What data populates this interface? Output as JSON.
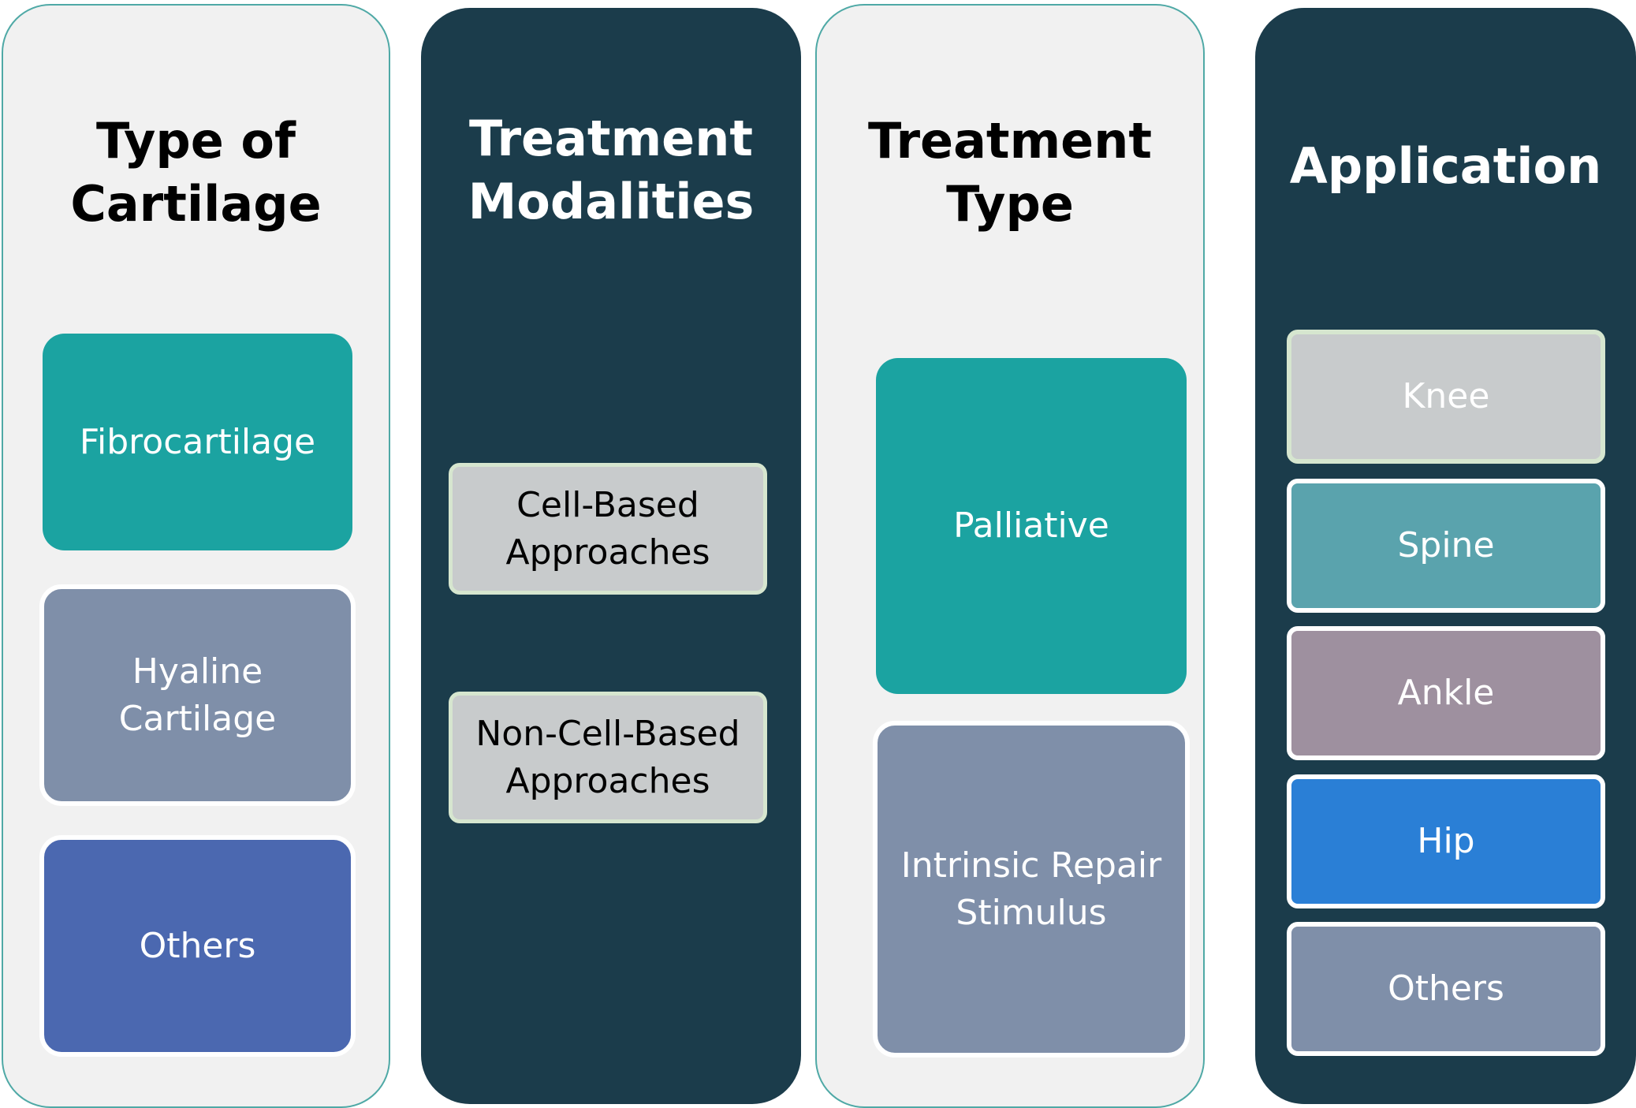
{
  "columns": [
    {
      "heading": "Type of\nCartilage",
      "items": [
        {
          "label": "Fibrocartilage",
          "color": "#1ba3a1"
        },
        {
          "label": "Hyaline\nCartilage",
          "color": "#7f8fa9"
        },
        {
          "label": "Others",
          "color": "#4b68b0"
        }
      ]
    },
    {
      "heading": "Treatment\nModalities",
      "items": [
        {
          "label": "Cell-Based\nApproaches",
          "color": "#c8cbcc"
        },
        {
          "label": "Non-Cell-Based\nApproaches",
          "color": "#c8cbcc"
        }
      ]
    },
    {
      "heading": "Treatment\nType",
      "items": [
        {
          "label": "Palliative",
          "color": "#1ba3a1"
        },
        {
          "label": "Intrinsic Repair\nStimulus",
          "color": "#7f8fa9"
        }
      ]
    },
    {
      "heading": "Application",
      "items": [
        {
          "label": "Knee",
          "color": "#c8cbcc"
        },
        {
          "label": "Spine",
          "color": "#5aa3ad"
        },
        {
          "label": "Ankle",
          "color": "#9e909f"
        },
        {
          "label": "Hip",
          "color": "#2a7fd6"
        },
        {
          "label": "Others",
          "color": "#7f8fa9"
        }
      ]
    }
  ]
}
